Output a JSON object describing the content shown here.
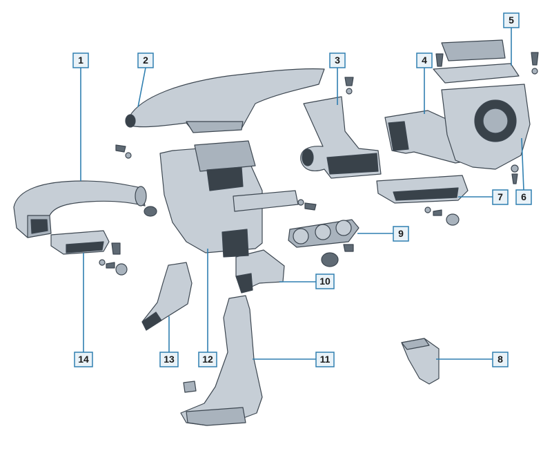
{
  "callouts": [
    {
      "label": "1"
    },
    {
      "label": "2"
    },
    {
      "label": "3"
    },
    {
      "label": "4"
    },
    {
      "label": "5"
    },
    {
      "label": "6"
    },
    {
      "label": "7"
    },
    {
      "label": "8"
    },
    {
      "label": "9"
    },
    {
      "label": "10"
    },
    {
      "label": "11"
    },
    {
      "label": "12"
    },
    {
      "label": "13"
    },
    {
      "label": "14"
    }
  ],
  "colors": {
    "callout_border": "#2f7fb0",
    "callout_fill": "#e9f2f8",
    "part_light": "#c6ced6",
    "part_mid": "#a9b3bd",
    "part_dark": "#5f6a74"
  }
}
